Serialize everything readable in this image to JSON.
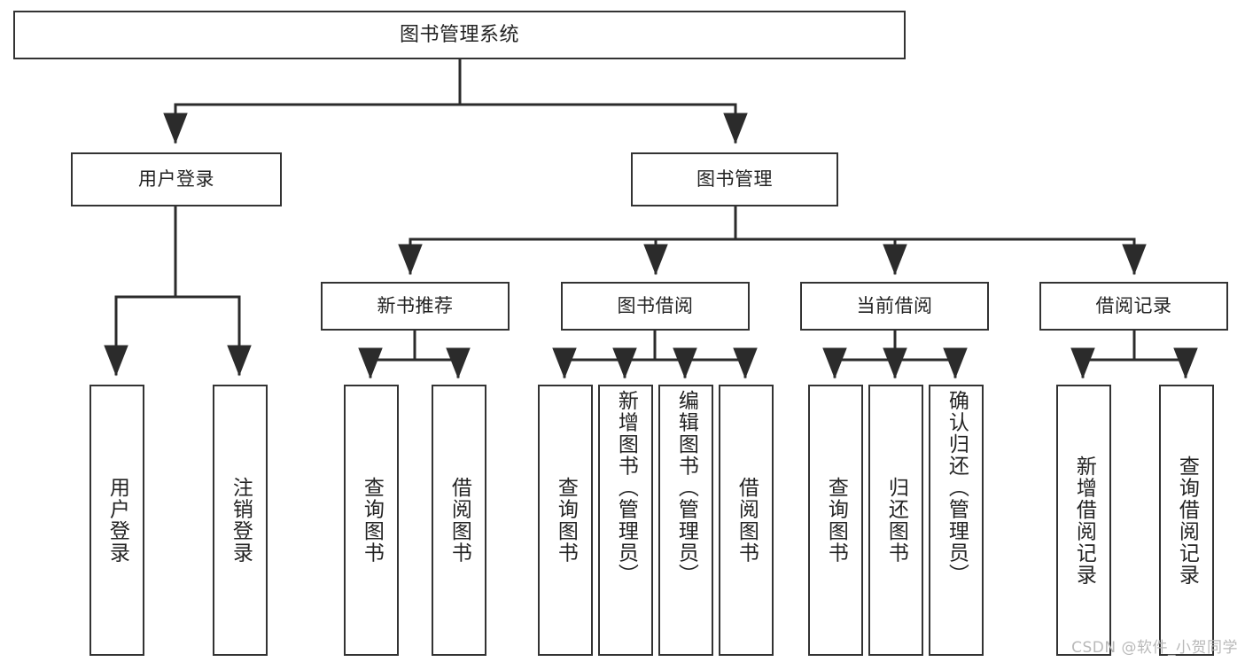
{
  "diagram": {
    "type": "tree",
    "title": "图书管理系统",
    "orientation": "top-down",
    "colors": {
      "border": "#333333",
      "fill": "#ffffff",
      "edge": "#2b2b2b",
      "text": "#232323",
      "watermark": "#b9b9b9"
    },
    "watermark": "CSDN @软件_小贺同学"
  },
  "nodes": {
    "root": {
      "label": "图书管理系统",
      "level": 1
    },
    "level2": [
      {
        "id": "user_login",
        "label": "用户登录",
        "level": 2
      },
      {
        "id": "book_manage",
        "label": "图书管理",
        "level": 2
      }
    ],
    "level3": [
      {
        "id": "new_book_rec",
        "label": "新书推荐",
        "level": 3,
        "parent": "book_manage"
      },
      {
        "id": "book_borrow",
        "label": "图书借阅",
        "level": 3,
        "parent": "book_manage"
      },
      {
        "id": "current_borrow",
        "label": "当前借阅",
        "level": 3,
        "parent": "book_manage"
      },
      {
        "id": "borrow_record",
        "label": "借阅记录",
        "level": 3,
        "parent": "book_manage"
      }
    ],
    "leaves": [
      {
        "id": "leaf_user_login",
        "label": "用户登录",
        "parent": "user_login"
      },
      {
        "id": "leaf_logout",
        "label": "注销登录",
        "parent": "user_login"
      },
      {
        "id": "leaf_query_book_1",
        "label": "查询图书",
        "parent": "new_book_rec"
      },
      {
        "id": "leaf_borrow_book_1",
        "label": "借阅图书",
        "parent": "new_book_rec"
      },
      {
        "id": "leaf_query_book_2",
        "label": "查询图书",
        "parent": "book_borrow"
      },
      {
        "id": "leaf_add_book",
        "label": "新增图书（管理员）",
        "parent": "book_borrow"
      },
      {
        "id": "leaf_edit_book",
        "label": "编辑图书（管理员）",
        "parent": "book_borrow"
      },
      {
        "id": "leaf_borrow_book_2",
        "label": "借阅图书",
        "parent": "book_borrow"
      },
      {
        "id": "leaf_query_book_3",
        "label": "查询图书",
        "parent": "current_borrow"
      },
      {
        "id": "leaf_return_book",
        "label": "归还图书",
        "parent": "current_borrow"
      },
      {
        "id": "leaf_confirm_return",
        "label": "确认归还（管理员）",
        "parent": "current_borrow"
      },
      {
        "id": "leaf_add_record",
        "label": "新增借阅记录",
        "parent": "borrow_record"
      },
      {
        "id": "leaf_query_record",
        "label": "查询借阅记录",
        "parent": "borrow_record"
      }
    ]
  }
}
